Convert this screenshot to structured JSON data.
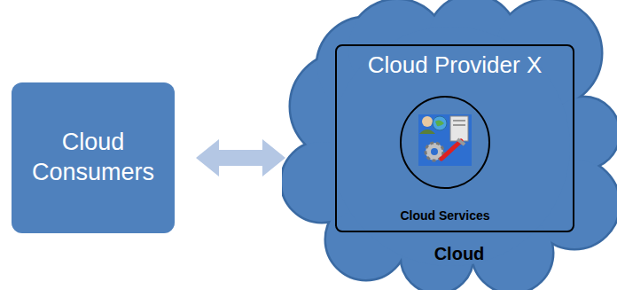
{
  "diagram": {
    "nodes": [
      {
        "text": [
          "Cloud Consumers"
        ]
      },
      {
        "text": [
          "Cloud"
        ]
      },
      {
        "text": [
          "Cloud Provider X"
        ],
        "in": 1
      },
      {
        "text": [
          "Cloud Services"
        ],
        "in": 2
      }
    ],
    "edges": [
      {
        "from": 0,
        "to": 1,
        "arrow": "both"
      }
    ]
  }
}
